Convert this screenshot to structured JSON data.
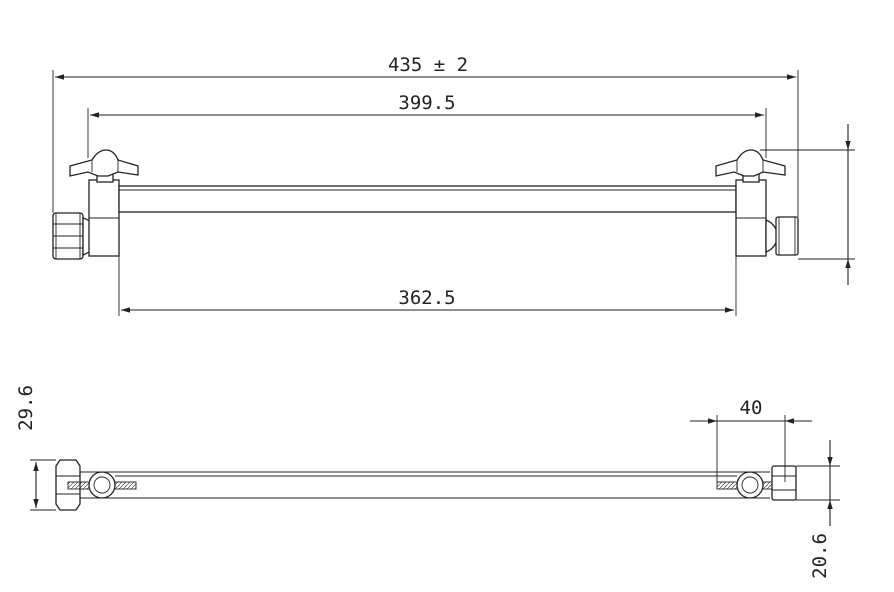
{
  "drawing": {
    "top_view": {
      "overall_length": "435 ± 2",
      "handle_span": "399.5",
      "arm_length": "362.5"
    },
    "side_view": {
      "height_left": "29.6",
      "offset": "40",
      "height_right": "20.6"
    },
    "line_color": "#222222",
    "background": "#ffffff"
  }
}
